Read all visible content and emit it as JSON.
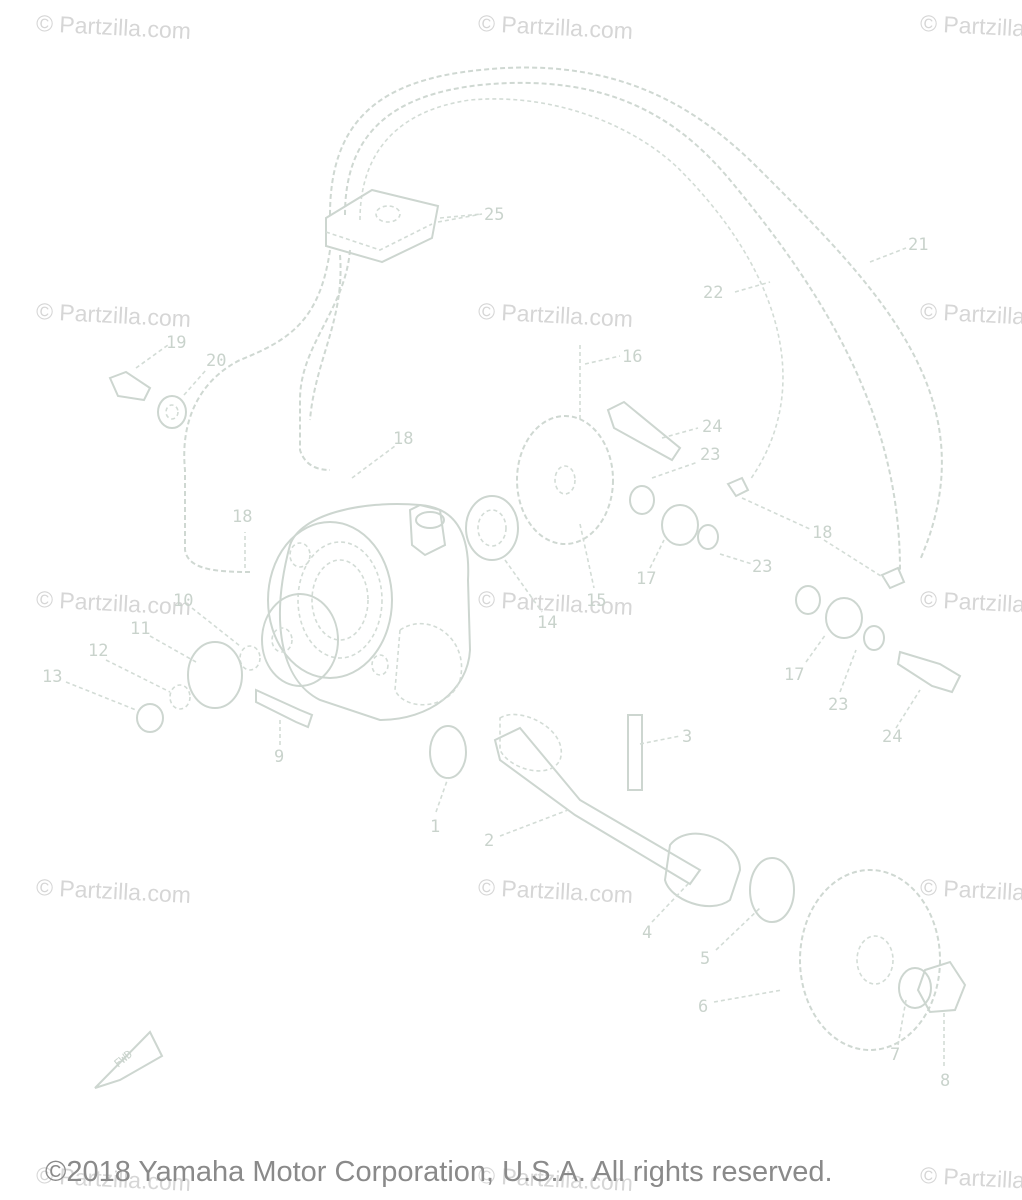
{
  "watermark": "© Partzilla.com",
  "copyright": "©2018 Yamaha Motor Corporation, U.S.A. All rights reserved.",
  "fwd_mark": "FWD",
  "callouts": [
    "25",
    "21",
    "22",
    "16",
    "19",
    "20",
    "24",
    "23",
    "18",
    "18",
    "18",
    "17",
    "23",
    "14",
    "15",
    "10",
    "11",
    "12",
    "13",
    "9",
    "18",
    "23",
    "17",
    "23",
    "24",
    "3",
    "1",
    "2",
    "4",
    "5",
    "6",
    "7",
    "8"
  ]
}
